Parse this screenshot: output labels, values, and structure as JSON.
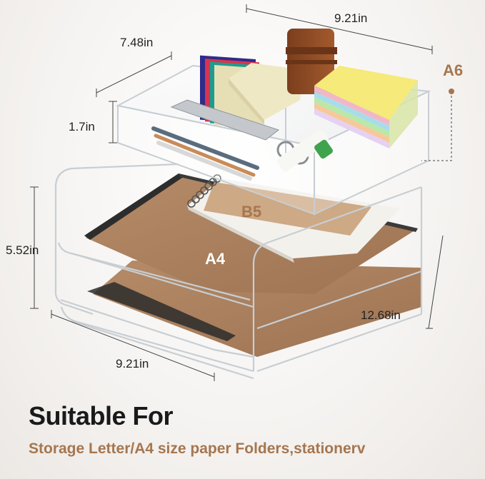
{
  "colors": {
    "accent": "#a6764f",
    "text_dark": "#1a1a1a",
    "background": "#f3f1ef"
  },
  "dimensions": {
    "top_depth": "7.48in",
    "top_width": "9.21in",
    "tray_height": "1.7in",
    "total_height": "5.52in",
    "bottom_depth": "12.68in",
    "bottom_width": "9.21in"
  },
  "paper_labels": {
    "a6": "A6",
    "b5": "B5",
    "a4": "A4"
  },
  "caption": {
    "headline": "Suitable For",
    "subline": "Storage Letter/A4 size paper Folders,stationerv"
  }
}
